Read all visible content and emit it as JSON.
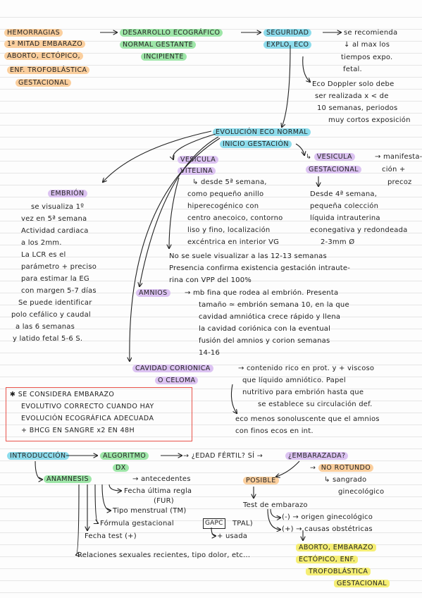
{
  "hemorragias": [
    "HEMORRAGIAS",
    "1ª MITAD EMBARAZO",
    "ABORTO, ECTÓPICO,",
    "ENF. TROFOBLÁSTICA",
    "GESTACIONAL"
  ],
  "desarrollo": [
    "DESARROLLO ECOGRÁFICO",
    "NORMAL GESTANTE",
    "INCIPIENTE"
  ],
  "seguridad": [
    "SEGURIDAD",
    "EXPLO. ECO"
  ],
  "recomienda": [
    "se recomienda",
    "al max los",
    "tiempos expo.",
    "fetal."
  ],
  "doppler": [
    "Eco Doppler solo debe",
    "ser realizada x < de",
    "10 semanas, periodos",
    "muy cortos exposición"
  ],
  "evolucion": [
    "EVOLUCIÓN ECO NORMAL",
    "INICIO GESTACIÓN"
  ],
  "vesicula_vitelina": {
    "title": [
      "VESICULA",
      "VITELINA"
    ],
    "lines": [
      "desde 5ª semana,",
      "como pequeño anillo",
      "hiperecogénico con",
      "centro anecoico, contorno",
      "liso y fino, localización",
      "excéntrica en interior VG"
    ]
  },
  "vesicula_gestacional": {
    "title": [
      "VESICULA",
      "GESTACIONAL"
    ],
    "side": [
      "manifesta-",
      "ción +",
      "precoz"
    ],
    "lines": [
      "Desde 4ª semana,",
      "pequeña colección",
      "líquida intrauterina",
      "econegativa y redondeada",
      "2-3mm Ø"
    ]
  },
  "no_visualizar": [
    "No se suele visualizar a las 12-13 semanas",
    "Presencia confirma existencia gestación intraute-",
    "rina con VPP del 100%"
  ],
  "embrion": {
    "title": "EMBRIÓN",
    "lines": [
      "se visualiza 1º",
      "vez en 5ª semana",
      "Actividad cardiaca",
      "a los 2mm.",
      "La LCR es el",
      "parámetro + preciso",
      "para estimar la EG",
      "con margen 5-7 días",
      "Se puede identificar",
      "polo cefálico y caudal",
      "a las 6 semanas",
      "y latido fetal 5-6 S."
    ]
  },
  "amnios": {
    "title": "AMNIOS",
    "lines": [
      "mb fina que rodea al embrión. Presenta",
      "tamaño ≃ embrión semana 10, en la que",
      "cavidad amniótica crece rápido y llena",
      "la cavidad coriónica con la eventual",
      "fusión del amnios y corion semanas",
      "14-16"
    ]
  },
  "cavidad": {
    "title": [
      "CAVIDAD CORIONICA",
      "O CELOMA"
    ],
    "lines": [
      "contenido rico en prot. y + viscoso",
      "que líquido amniótico. Papel",
      "nutritivo para embrión hasta que",
      "se establece su circulación def.",
      "eco menos sonoluscente que el amnios",
      "con finos ecos en int."
    ]
  },
  "box": [
    "✱ SE CONSIDERA EMBARAZO",
    "EVOLUTIVO CORRECTO CUANDO HAY",
    "EVOLUCIÓN ECOGRÁFICA ADECUADA",
    "+ BHCG EN SANGRE x2 EN 48H"
  ],
  "flow": {
    "intro": "INTRODUCCIÓN",
    "algoritmo": [
      "ALGORITMO",
      "DX"
    ],
    "edad": "¿EDAD FÉRTIL? SÍ",
    "embarazada": "¿EMBARAZADA?",
    "no_rotundo": "NO ROTUNDO",
    "sangrado": [
      "sangrado",
      "ginecológico"
    ],
    "posible": "POSIBLE",
    "test": "Test de embarazo",
    "neg": "(-) → origen ginecológico",
    "pos": "(+) → causas obstétricas",
    "final": [
      "ABORTO, EMBARAZO",
      "ECTÓPICO, ENF.",
      "TROFOBLÁSTICA",
      "GESTACIONAL"
    ]
  },
  "anamnesis": {
    "title": "ANAMNESIS",
    "antecedentes": "antecedentes",
    "fur": [
      "Fecha última regla",
      "(FUR)"
    ],
    "tm": "Tipo menstrual (TM)",
    "formula": "Fórmula gestacional",
    "gapc": "GAPC",
    "tpal": "TPAL)",
    "usada": "+ usada",
    "fecha_test": "Fecha test (+)",
    "relaciones": "Relaciones sexuales recientes, tipo dolor, etc..."
  }
}
